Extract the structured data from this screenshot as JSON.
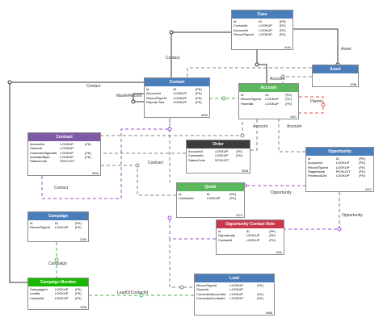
{
  "colors": {
    "blue": "#4a7ebb",
    "green": "#5cb85c",
    "purple": "#7e5aa6",
    "dark": "#3c3c3c",
    "red": "#c9394b",
    "bright_green": "#19b800",
    "edge_green": "#4caf50",
    "edge_purple": "#9b4dca",
    "edge_red": "#e05050",
    "edge_gray": "#808080"
  },
  "entities": {
    "case": {
      "title": "Case",
      "rows": [
        [
          "Id",
          "ID",
          "(PK)"
        ],
        [
          "ContactId",
          "LOOKUP",
          "(FK)"
        ],
        [
          "AccountId",
          "LOOKUP",
          "(FK)"
        ],
        [
          "RecordTypeId",
          "LOOKUP",
          "(FK)"
        ]
      ],
      "footer": "4/41"
    },
    "asset": {
      "title": "Asset",
      "rows": [
        [
          "",
          "",
          ""
        ],
        [
          "",
          "",
          ""
        ]
      ],
      "footer": "1/36"
    },
    "contact": {
      "title": "Contact",
      "rows": [
        [
          "Id",
          "ID",
          "(PK)"
        ],
        [
          "AccountId",
          "LOOKUP",
          "(FK)"
        ],
        [
          "RecordTypeId",
          "LOOKUP",
          "(FK)"
        ],
        [
          "Reports Told",
          "LOOKUP",
          "(FK)"
        ]
      ],
      "footer": "4/52"
    },
    "account": {
      "title": "Account",
      "rows": [
        [
          "Id",
          "ID",
          "(PK)"
        ],
        [
          "RecordTypeId",
          "LOOKUP",
          "(FK)"
        ],
        [
          "ParentId",
          "LOOKUP",
          "(FK)"
        ]
      ],
      "footer": "3/47"
    },
    "contract": {
      "title": "Contract",
      "rows": [
        [
          "AccountId",
          "LOOKUP",
          "(FK)"
        ],
        [
          "OwnerId",
          "LOOKUP",
          ""
        ],
        [
          "CustomerSignedId",
          "LOOKUP",
          "(FK)"
        ],
        [
          "ActivatedById",
          "LOOKUP",
          "(FK)"
        ],
        [
          "StatusCode",
          "PICKLIST",
          ""
        ]
      ],
      "footer": "5/40"
    },
    "order": {
      "title": "Order",
      "rows": [
        [
          "AccountId",
          "LOOKUP",
          "(FK)"
        ],
        [
          "ContractId",
          "LOOKUP",
          "(FK)"
        ],
        [
          "StatusCode",
          "PICKLIST",
          ""
        ]
      ],
      "footer": "3/63"
    },
    "opportunity": {
      "title": "Opportunity",
      "rows": [
        [
          "Id",
          "ID",
          "(PK)"
        ],
        [
          "AccountId",
          "LOOKUP",
          "(FK)"
        ],
        [
          "RecordTypeId",
          "LOOKUP",
          "(FK)"
        ],
        [
          "StageName",
          "PICKLIST",
          "(FK)"
        ],
        [
          "Pricebook2Id",
          "LOOKUP",
          "(FK)"
        ]
      ],
      "footer": "5/47"
    },
    "quote": {
      "title": "Quote",
      "rows": [
        [
          "Id",
          "ID",
          "(PK)"
        ],
        [
          "ContractId",
          "LOOKUP",
          "(FK)"
        ]
      ],
      "footer": "2/72"
    },
    "campaign": {
      "title": "Campaign",
      "rows": [
        [
          "Id",
          "ID",
          "(PK)"
        ],
        [
          "RecordTypeId",
          "LOOKUP",
          "(FK)"
        ]
      ],
      "footer": "2/34"
    },
    "ocr": {
      "title": "Opportunity   Contact   Role",
      "rows": [
        [
          "Id",
          "ID",
          "(PK)"
        ],
        [
          "Opportunity",
          "LOOKUP",
          "(FK)"
        ],
        [
          "ContactId",
          "LOOKUP",
          "(FK)"
        ]
      ],
      "footer": "3/11"
    },
    "campaign_member": {
      "title": "Campaign Member",
      "rows": [
        [
          "CampaignId",
          "LOOKUP",
          "(FK)"
        ],
        [
          "LeadId",
          "LOOKUP",
          "(FK)"
        ],
        [
          "ContactId",
          "LOOKUP",
          "(FK)"
        ]
      ],
      "footer": "3/36"
    },
    "lead": {
      "title": "Lead",
      "rows": [
        [
          "RecordTypeId",
          "LOOKUP",
          "(FK)"
        ],
        [
          "OwnerId",
          "LOOKUP",
          ""
        ],
        [
          "ConvertedAccountId",
          "LOOKUP",
          "(FK)"
        ],
        [
          "ConvertedContactId",
          "LOOKUP",
          "(FK)"
        ]
      ],
      "footer": "5/66"
    }
  },
  "edge_labels": {
    "asset": "Asset",
    "contact_top": "Contact",
    "contact_left": "Contact",
    "master_record": "MasterRecord",
    "account_top": "Account",
    "account_mid": "Account",
    "account_right": "Account",
    "parent": "Parent",
    "contact_contract": "Contact",
    "contract": "Contract",
    "opportunity_quote": "Opportunity",
    "opportunity_ocr": "Opportunity",
    "campaign": "Campaign",
    "lead_or_contact": "LeadOrContactId"
  }
}
